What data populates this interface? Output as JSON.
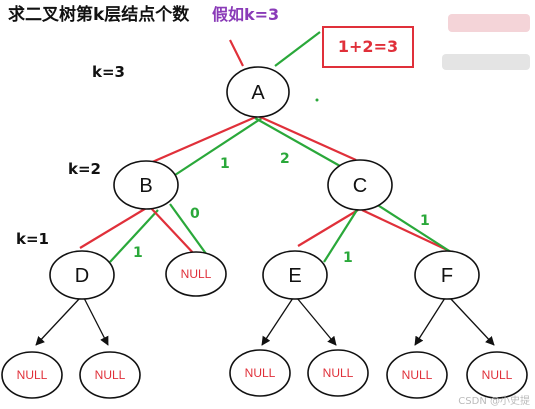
{
  "title": "求二叉树第k层结点个数",
  "assumption": "假如k=3",
  "result": "1+2=3",
  "levels": [
    "k=3",
    "k=2",
    "k=1"
  ],
  "nodes": {
    "A": "A",
    "B": "B",
    "C": "C",
    "D": "D",
    "E": "E",
    "F": "F"
  },
  "null_label": "NULL",
  "edge_values": {
    "b_from_d": "1",
    "b_from_null": "0",
    "a_from_b": "1",
    "a_from_c": "2",
    "c_from_e": "1",
    "c_from_f": "1"
  },
  "watermark": "CSDN @小史提"
}
